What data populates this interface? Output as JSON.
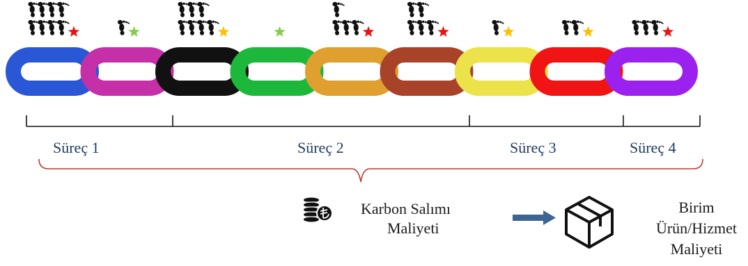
{
  "chain": {
    "links": [
      {
        "color": "#2a57d5"
      },
      {
        "color": "#c52fa8"
      },
      {
        "color": "#111111"
      },
      {
        "color": "#1db83b"
      },
      {
        "color": "#e0a030"
      },
      {
        "color": "#a8432a"
      },
      {
        "color": "#ece24a"
      },
      {
        "color": "#f01414"
      },
      {
        "color": "#9b22ee"
      }
    ],
    "footprints": [
      {
        "rows": [
          4,
          4
        ],
        "star": "red-star-icon"
      },
      {
        "rows": [
          1
        ],
        "star": "green-star-icon"
      },
      {
        "rows": [
          3,
          4
        ],
        "star": "gold-star-icon"
      },
      {
        "rows": [],
        "star": "green-star-icon"
      },
      {
        "rows": [
          1,
          3
        ],
        "star": "red-star-icon"
      },
      {
        "rows": [
          2,
          3
        ],
        "star": "red-star-icon"
      },
      {
        "rows": [
          1
        ],
        "star": "gold-star-icon"
      },
      {
        "rows": [
          2
        ],
        "star": "gold-star-icon"
      },
      {
        "rows": [
          3
        ],
        "star": "red-star-icon"
      }
    ]
  },
  "colors": {
    "red_star": "#ee1111",
    "green_star": "#86cc4a",
    "gold_star": "#ffbf00",
    "bracket": "#c0392b",
    "arrow": "#3d6592",
    "process_text": "#1f3a5f"
  },
  "processes": [
    {
      "label": "Süreç 1"
    },
    {
      "label": "Süreç 2"
    },
    {
      "label": "Süreç 3"
    },
    {
      "label": "Süreç 4"
    }
  ],
  "cost": {
    "coin_icon": "coin-stack-lira-icon",
    "carbon_line1": "Karbon Salımı",
    "carbon_line2": "Maliyeti",
    "arrow_icon": "right-arrow-icon",
    "box_icon": "box-icon",
    "unit_line1": "Birim",
    "unit_line2": "Ürün/Hizmet",
    "unit_line3": "Maliyeti"
  }
}
